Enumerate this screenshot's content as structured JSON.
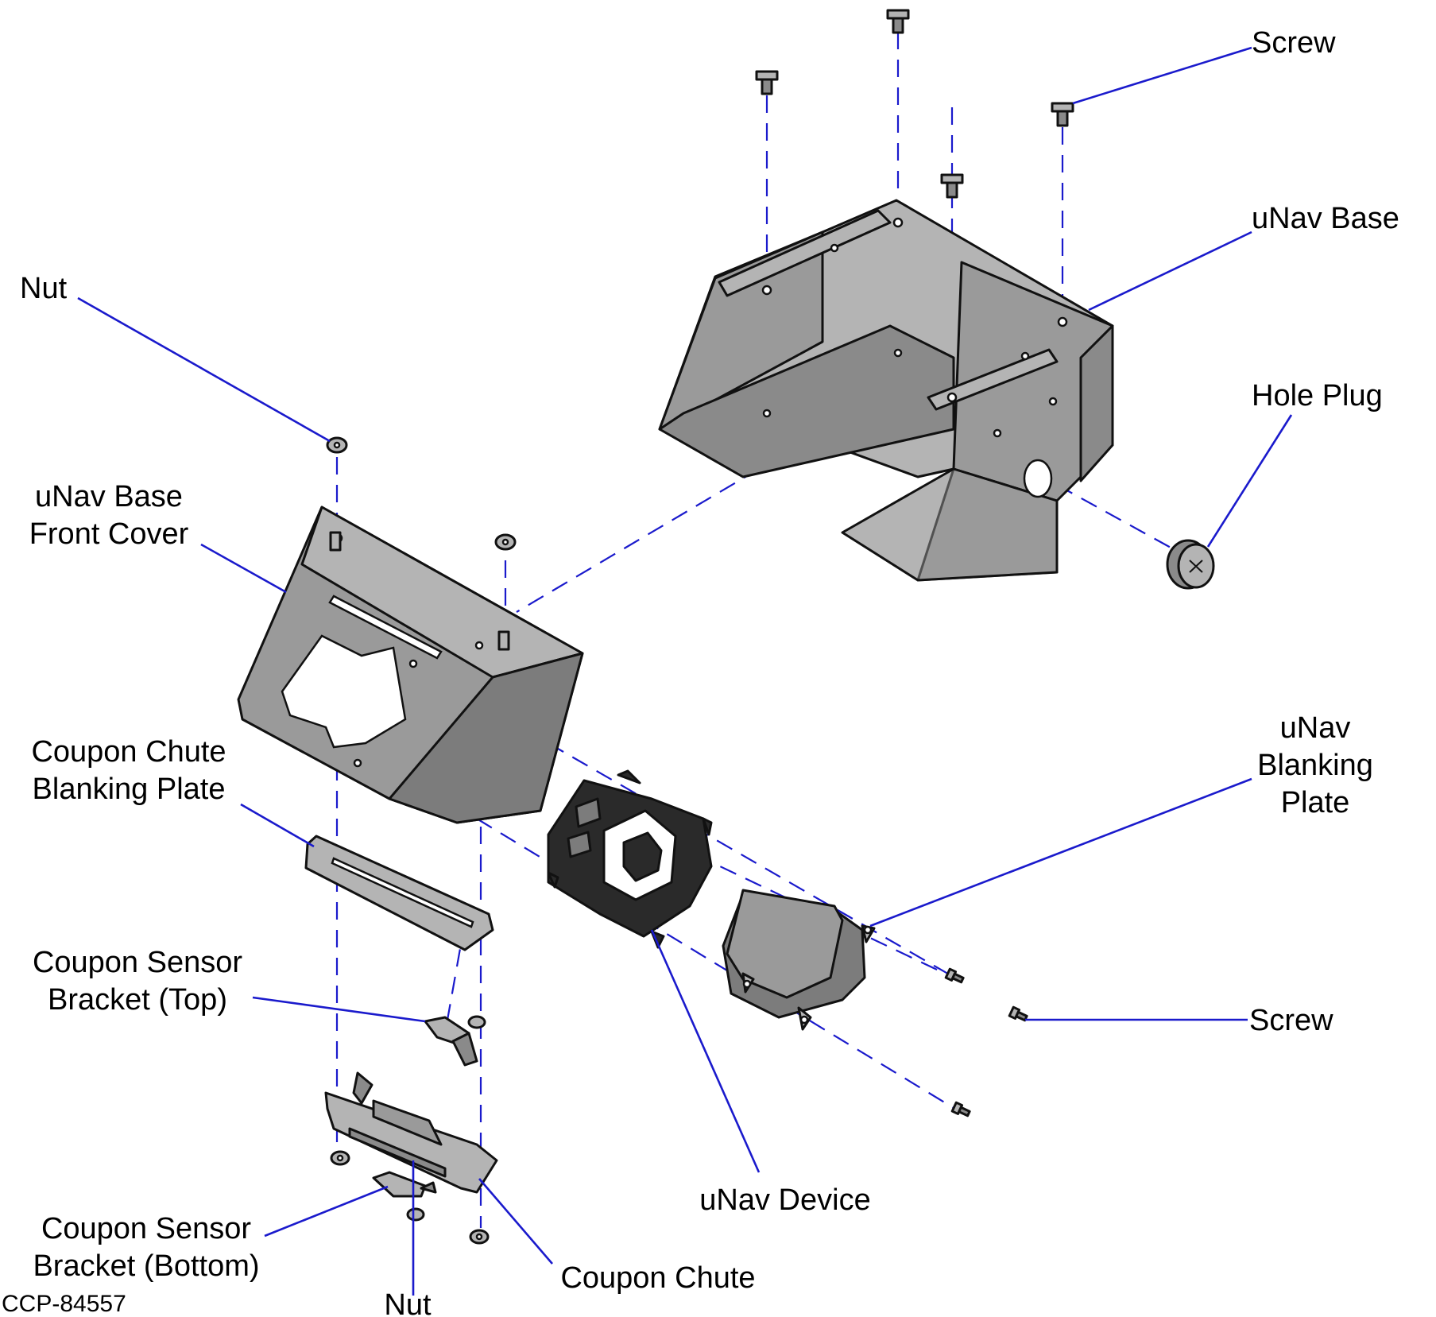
{
  "diagram": {
    "labels": {
      "screw_top": "Screw",
      "unav_base": "uNav Base",
      "hole_plug": "Hole Plug",
      "nut_top": "Nut",
      "front_cover_1": "uNav Base",
      "front_cover_2": "Front Cover",
      "chute_blank_1": "Coupon Chute",
      "chute_blank_2": "Blanking Plate",
      "unav_blank_1": "uNav",
      "unav_blank_2": "Blanking",
      "unav_blank_3": "Plate",
      "sensor_top_1": "Coupon Sensor",
      "sensor_top_2": "Bracket (Top)",
      "screw_bottom": "Screw",
      "unav_device": "uNav Device",
      "sensor_bottom_1": "Coupon Sensor",
      "sensor_bottom_2": "Bracket (Bottom)",
      "coupon_chute": "Coupon Chute",
      "nut_bottom": "Nut"
    },
    "figure_code": "CCP-84557",
    "colors": {
      "leader": "#1a1acc",
      "part_fill": "#9a9a9a",
      "outline": "#111111"
    }
  }
}
